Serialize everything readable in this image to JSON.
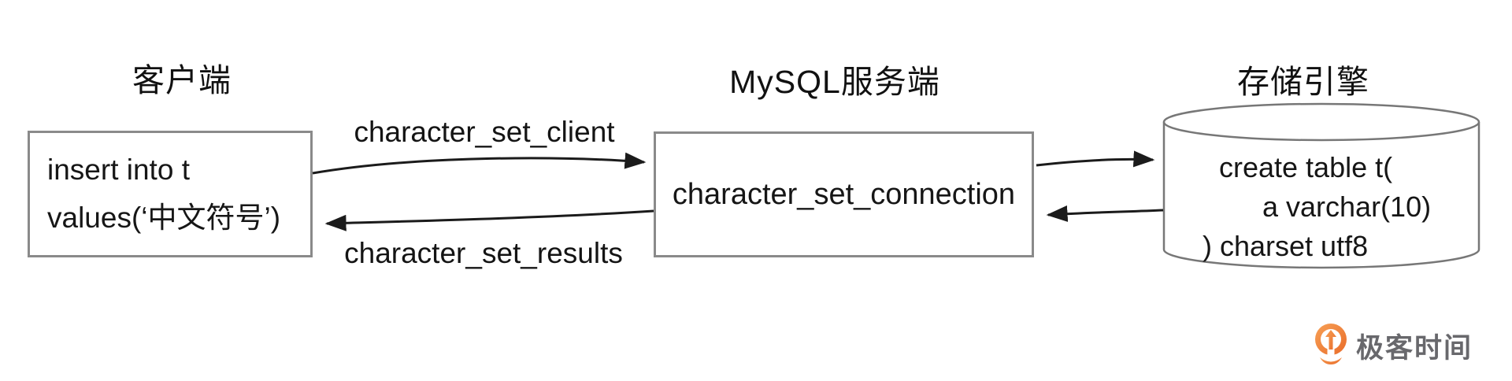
{
  "diagram": {
    "kind": "mysql-character-set-flow",
    "nodes": {
      "client": {
        "title": "客户端",
        "lines": [
          "insert into t",
          "values(‘中文符号’)"
        ]
      },
      "server": {
        "title": "MySQL服务端",
        "label": "character_set_connection"
      },
      "engine": {
        "title": "存储引擎",
        "shape": "cylinder",
        "lines": [
          "create table t(",
          "a varchar(10)",
          ") charset utf8"
        ]
      }
    },
    "edges": [
      {
        "from": "client",
        "to": "server",
        "label": "character_set_client"
      },
      {
        "from": "server",
        "to": "client",
        "label": "character_set_results"
      },
      {
        "from": "server",
        "to": "engine",
        "label": ""
      },
      {
        "from": "engine",
        "to": "server",
        "label": ""
      }
    ]
  },
  "logo": {
    "text": "极客时间",
    "icon": "geektime-logo-icon",
    "accent_color": "#ED7135",
    "text_color": "#68686c"
  },
  "colors": {
    "background": "#ffffff",
    "box_border": "#8a8a8a",
    "cylinder_stroke": "#777777",
    "ink": "#161616",
    "arrow": "#1b1b1b"
  }
}
